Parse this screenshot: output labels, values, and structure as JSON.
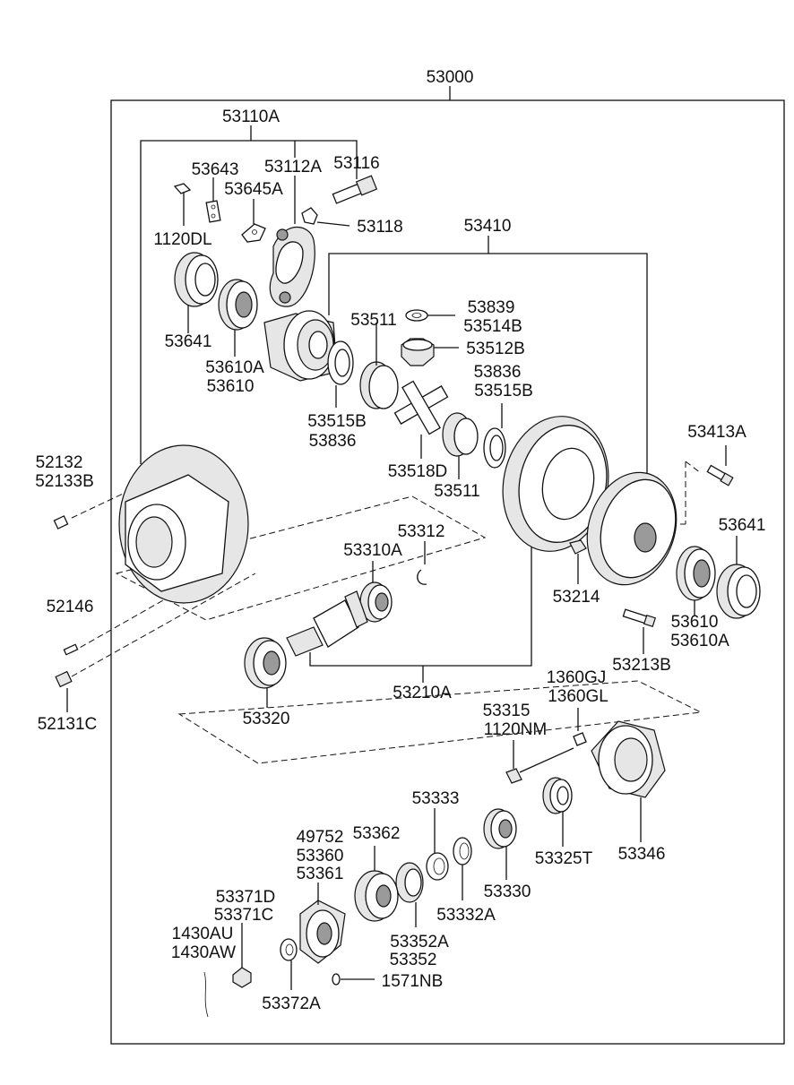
{
  "labels": {
    "assembly": "53000",
    "diff_carrier_assy": "53110A",
    "bolt_53643": "53643",
    "cap_53112a": "53112A",
    "bolt_53116": "53116",
    "plate_53645a": "53645A",
    "bolt_1120dl": "1120DL",
    "lock_53118": "53118",
    "diff_case_assy": "53410",
    "washer_53839": "53839",
    "washer_53514b": "53514B",
    "gear_53511_top": "53511",
    "gear_53512b": "53512B",
    "nut_53641_left": "53641",
    "bearing_53610a_left": "53610A",
    "bearing_53610_left": "53610",
    "washer_53836_right": "53836",
    "washer_53515b_right": "53515B",
    "washer_53515b_left": "53515B",
    "washer_53836_left": "53836",
    "shaft_53518d": "53518D",
    "gear_53511_bottom": "53511",
    "bolt_53413a": "53413A",
    "stud_52132": "52132",
    "stud_52133b": "52133B",
    "shim_53312": "53312",
    "bearing_53310a": "53310A",
    "nut_53641_right": "53641",
    "pin_52146": "52146",
    "bolt_53214": "53214",
    "bearing_53610_right": "53610",
    "bearing_53610a_right": "53610A",
    "bolt_53213b": "53213B",
    "gear_set_53210a": "53210A",
    "bearing_53320": "53320",
    "bolt_52131c": "52131C",
    "bolt_1360gj": "1360GJ",
    "bolt_1360gl": "1360GL",
    "bolt_53315": "53315",
    "bolt_1120nm": "1120NM",
    "spacer_53333": "53333",
    "flange_49752": "49752",
    "seal_53362": "53362",
    "flange_53360": "53360",
    "flange_53361": "53361",
    "nut_53371d": "53371D",
    "nut_53371c": "53371C",
    "bearing_53330": "53330",
    "bearing_53325t": "53325T",
    "retainer_53346": "53346",
    "spacer_53332a": "53332A",
    "bolt_1430au": "1430AU",
    "bolt_1430aw": "1430AW",
    "deflector_53352a": "53352A",
    "deflector_53352": "53352",
    "washer_53372a": "53372A",
    "pin_1571nb": "1571NB"
  }
}
